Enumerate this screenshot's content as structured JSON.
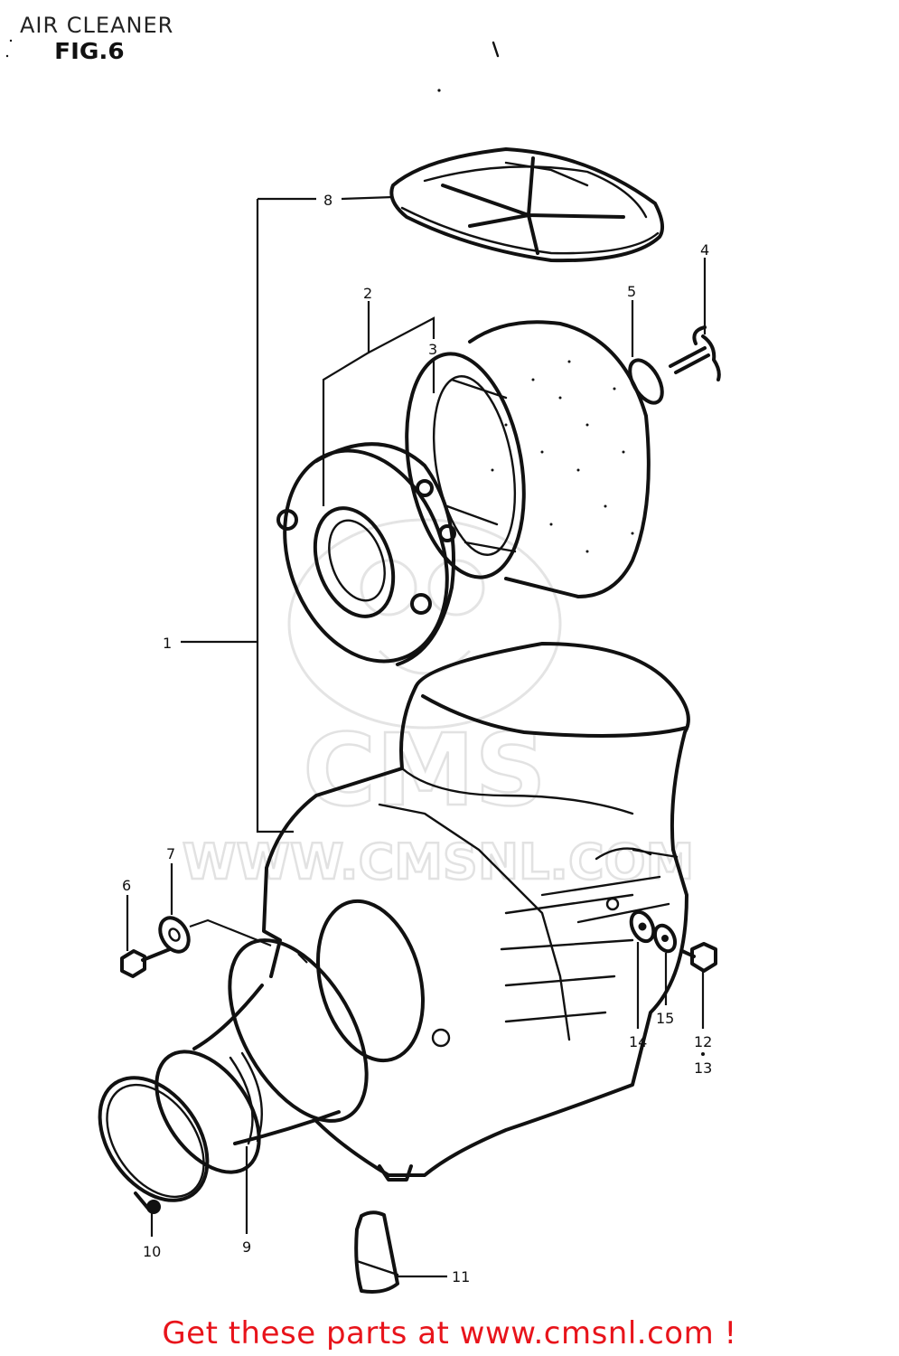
{
  "header": {
    "title": "AIR CLEANER",
    "figure": "FIG.6"
  },
  "watermark": {
    "brand": "CMS",
    "site": "WWW.CMSNL.COM"
  },
  "callouts": [
    {
      "id": "c1",
      "label": "1"
    },
    {
      "id": "c2",
      "label": "2"
    },
    {
      "id": "c3",
      "label": "3"
    },
    {
      "id": "c4",
      "label": "4"
    },
    {
      "id": "c5",
      "label": "5"
    },
    {
      "id": "c6",
      "label": "6"
    },
    {
      "id": "c7",
      "label": "7"
    },
    {
      "id": "c8",
      "label": "8"
    },
    {
      "id": "c9",
      "label": "9"
    },
    {
      "id": "c10",
      "label": "10"
    },
    {
      "id": "c11",
      "label": "11"
    },
    {
      "id": "c12",
      "label": "12"
    },
    {
      "id": "c13",
      "label": "13"
    },
    {
      "id": "c14",
      "label": "14"
    },
    {
      "id": "c15",
      "label": "15"
    }
  ],
  "footer": {
    "cta": "Get these parts at www.cmsnl.com !"
  },
  "colors": {
    "ink": "#111111",
    "watermark": "#e2e2e2",
    "cta": "#e8141b"
  }
}
